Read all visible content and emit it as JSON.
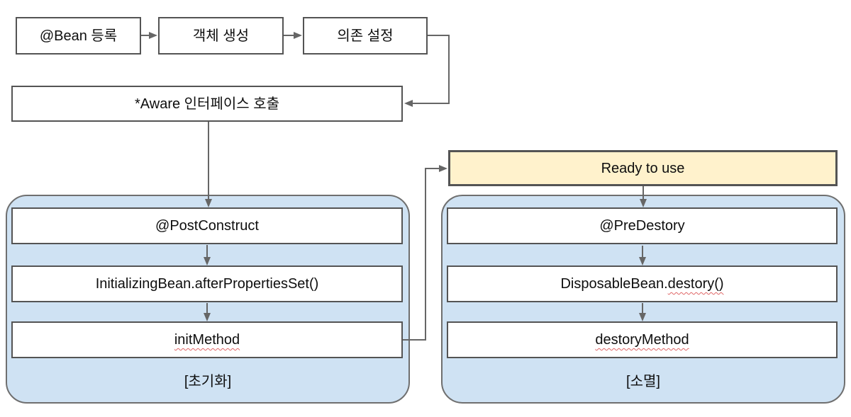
{
  "colors": {
    "container_fill": "#cfe2f3",
    "container_border": "#6f6f6f",
    "box_border": "#545454",
    "ready_fill": "#fff2cc",
    "arrow": "#666666",
    "squiggle": "#e06666"
  },
  "diagram": {
    "top_flow": [
      {
        "label": "@Bean 등록"
      },
      {
        "label": "객체 생성"
      },
      {
        "label": "의존 설정"
      }
    ],
    "aware_label": "*Aware 인터페이스 호출",
    "ready_label": "Ready to use",
    "init_group": {
      "steps": [
        {
          "label": "@PostConstruct"
        },
        {
          "label": "InitializingBean.afterPropertiesSet()"
        },
        {
          "label": "initMethod",
          "spellcheck_flagged": true
        }
      ],
      "caption": "[초기화]"
    },
    "destroy_group": {
      "steps": [
        {
          "label": "@PreDestory"
        },
        {
          "label_prefix": "DisposableBean.",
          "label_flagged": "destory()"
        },
        {
          "label": "destoryMethod",
          "spellcheck_flagged": true
        }
      ],
      "caption": "[소멸]"
    }
  }
}
